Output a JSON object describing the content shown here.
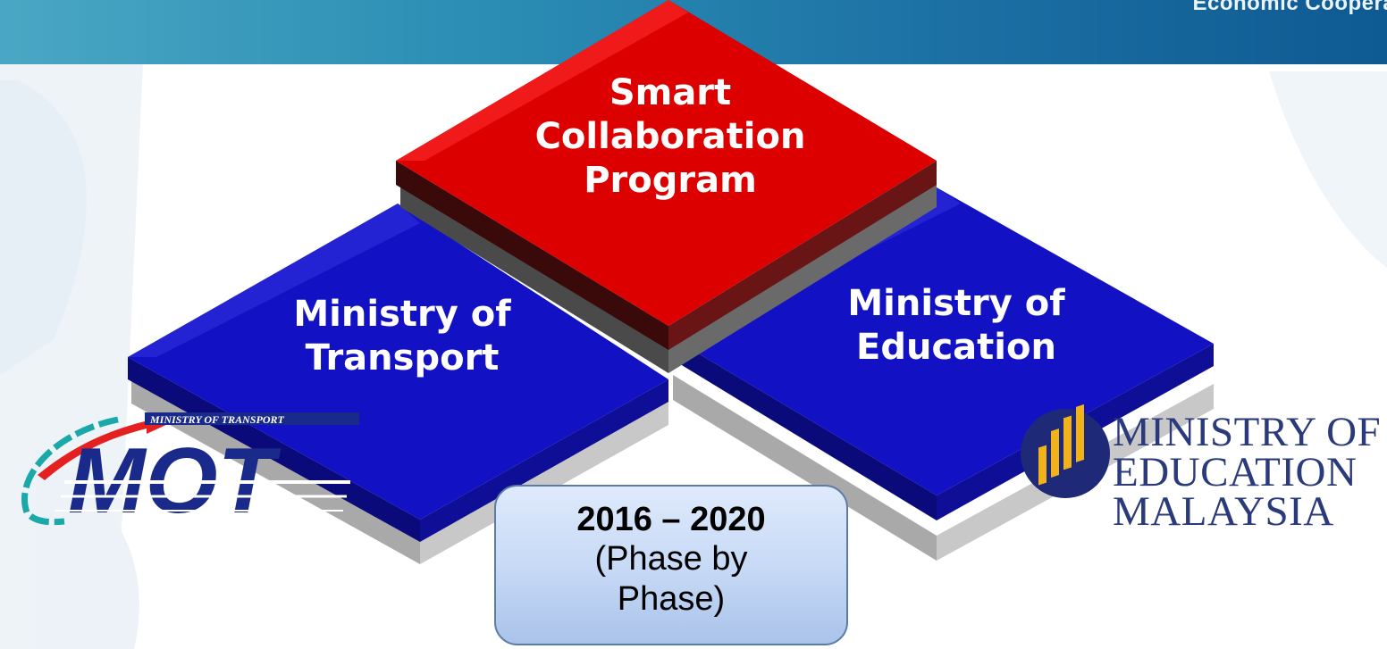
{
  "header": {
    "text": "Economic Cooperatio"
  },
  "diagram": {
    "top_tile": {
      "lines": [
        "Smart",
        "Collaboration",
        "Program"
      ],
      "color": "#d90000"
    },
    "left_tile": {
      "lines": [
        "Ministry of",
        "Transport"
      ],
      "color": "#1010c8"
    },
    "right_tile": {
      "lines": [
        "Ministry of",
        "Education"
      ],
      "color": "#1010c8"
    }
  },
  "phase": {
    "years": "2016 – 2020",
    "note": "(Phase by Phase)"
  },
  "logos": {
    "mot": {
      "banner": "MINISTRY OF TRANSPORT",
      "wordmark": "MOT"
    },
    "moe": {
      "lines": [
        "MINISTRY OF",
        "EDUCATION",
        "MALAYSIA"
      ]
    }
  }
}
